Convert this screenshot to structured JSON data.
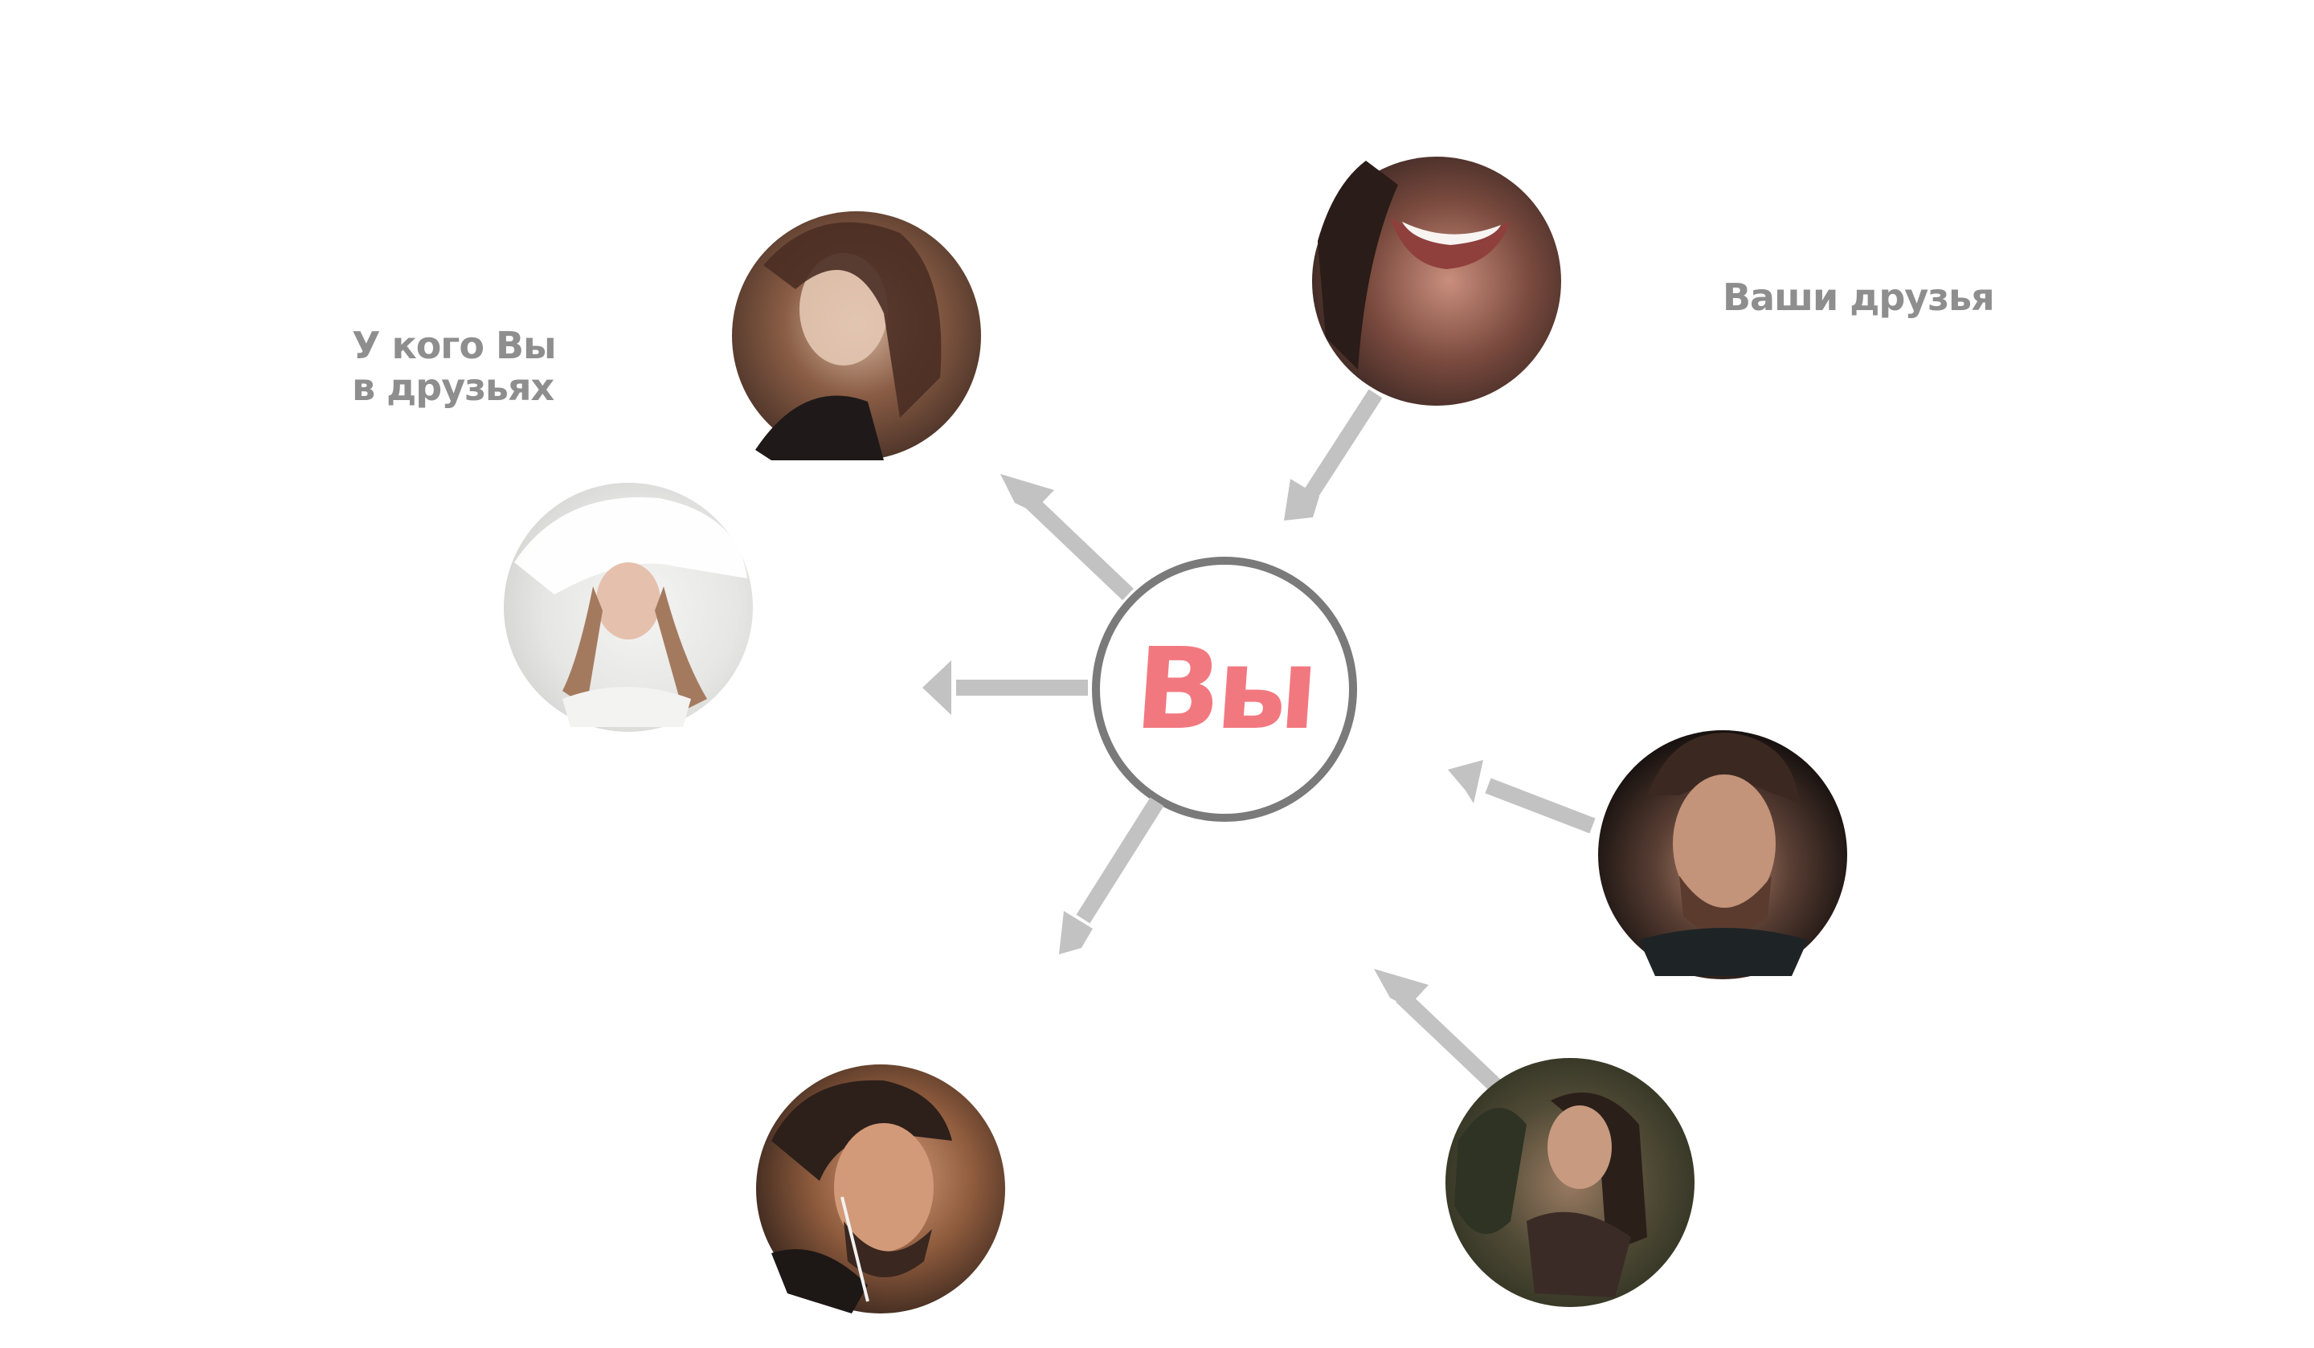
{
  "center": {
    "label": "Вы",
    "label_color": "#f27880",
    "ring_color": "#7a7a7a"
  },
  "labels": {
    "followers": [
      "У кого Вы",
      "в друзьях"
    ],
    "friends": "Ваши друзья"
  },
  "arrow_color": "#c2c2c2",
  "people": [
    {
      "id": "woman-long-hair",
      "group": "followers",
      "icon": "portrait-photo"
    },
    {
      "id": "woman-white-cloth",
      "group": "followers",
      "icon": "portrait-photo"
    },
    {
      "id": "man-earphones",
      "group": "followers",
      "icon": "portrait-photo"
    },
    {
      "id": "woman-smile",
      "group": "friends",
      "icon": "portrait-photo"
    },
    {
      "id": "man-dark-background",
      "group": "friends",
      "icon": "portrait-photo"
    },
    {
      "id": "woman-forest",
      "group": "friends",
      "icon": "portrait-photo"
    }
  ]
}
